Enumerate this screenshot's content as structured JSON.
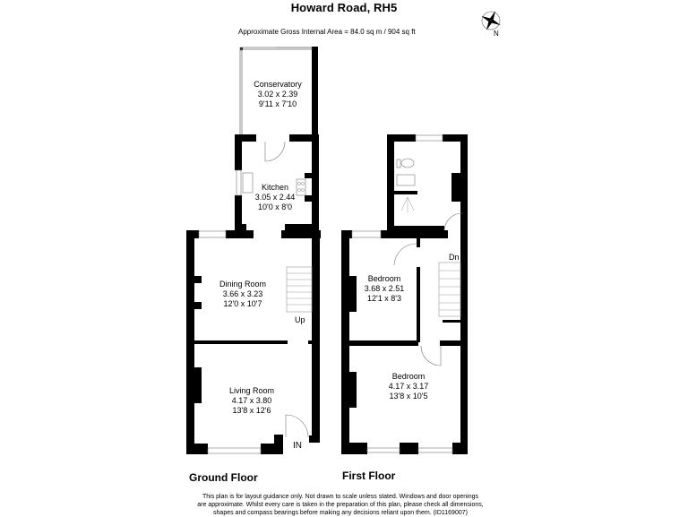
{
  "header": {
    "title": "Howard Road, RH5",
    "area_text": "Approximate Gross Internal Area = 84.0 sq m / 904 sq ft",
    "compass_label": "N"
  },
  "ground_floor": {
    "label": "Ground Floor",
    "rooms": [
      {
        "name": "Conservatory",
        "metric": "3.02 x 2.39",
        "imperial": "9'11 x 7'10"
      },
      {
        "name": "Kitchen",
        "metric": "3.05 x 2.44",
        "imperial": "10'0 x 8'0"
      },
      {
        "name": "Dining Room",
        "metric": "3.66 x 3.23",
        "imperial": "12'0 x 10'7"
      },
      {
        "name": "Living Room",
        "metric": "4.17 x 3.80",
        "imperial": "13'8 x 12'6"
      }
    ],
    "stairs_label": "Up",
    "entrance_label": "IN"
  },
  "first_floor": {
    "label": "First Floor",
    "rooms": [
      {
        "name": "Bedroom",
        "metric": "3.68 x 2.51",
        "imperial": "12'1 x 8'3"
      },
      {
        "name": "Bedroom",
        "metric": "4.17 x 3.17",
        "imperial": "13'8 x 10'5"
      }
    ],
    "stairs_label": "Dn"
  },
  "footer": {
    "disclaimer_line1": "This plan is for layout guidance only. Not drawn to scale unless stated. Windows and door openings",
    "disclaimer_line2": "are approximate. Whilst every care is taken in the preparation of this plan, please check all dimensions,",
    "disclaimer_line3": "shapes and compass bearings before making any decisions reliant upon them. (ID1169007)"
  }
}
